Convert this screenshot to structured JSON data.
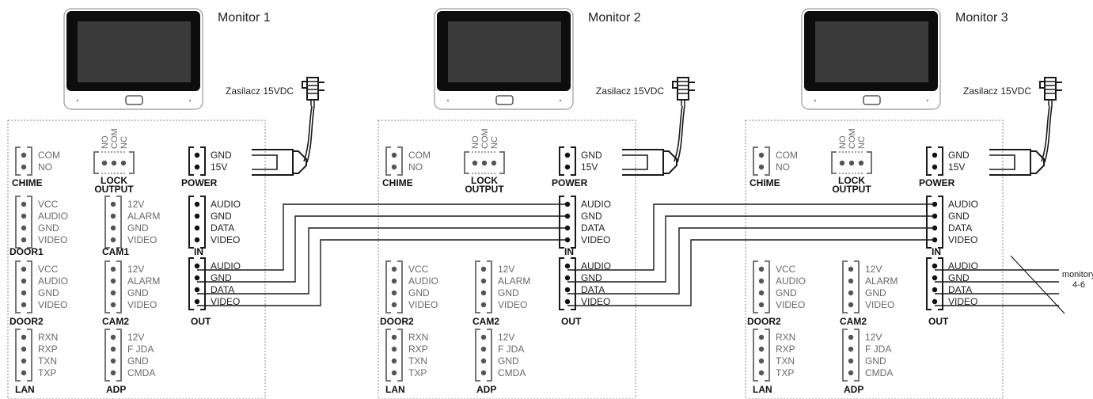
{
  "monitors": [
    {
      "title": "Monitor 1",
      "psu_label": "Zasilacz 15VDC"
    },
    {
      "title": "Monitor 2",
      "psu_label": "Zasilacz 15VDC"
    },
    {
      "title": "Monitor 3",
      "psu_label": "Zasilacz 15VDC"
    }
  ],
  "connectors": {
    "chime": {
      "name": "CHIME",
      "pins": [
        "COM",
        "NO"
      ]
    },
    "lock": {
      "name_line1": "LOCK",
      "name_line2": "OUTPUT",
      "pins": [
        "NO",
        "COM",
        "NC"
      ]
    },
    "power": {
      "name": "POWER",
      "pins": [
        "GND",
        "15V"
      ]
    },
    "door1": {
      "name": "DOOR1",
      "pins": [
        "VCC",
        "AUDIO",
        "GND",
        "VIDEO"
      ]
    },
    "cam1": {
      "name": "CAM1",
      "pins": [
        "12V",
        "ALARM",
        "GND",
        "VIDEO"
      ]
    },
    "door2": {
      "name": "DOOR2",
      "pins": [
        "VCC",
        "AUDIO",
        "GND",
        "VIDEO"
      ]
    },
    "cam2": {
      "name": "CAM2",
      "pins": [
        "12V",
        "ALARM",
        "GND",
        "VIDEO"
      ]
    },
    "lan": {
      "name": "LAN",
      "pins": [
        "RXN",
        "RXP",
        "TXN",
        "TXP"
      ]
    },
    "adp": {
      "name": "ADP",
      "pins": [
        "12V",
        "F JDA",
        "GND",
        "CMDA"
      ]
    },
    "in": {
      "name": "IN",
      "pins": [
        "AUDIO",
        "GND",
        "DATA",
        "VIDEO"
      ]
    },
    "out": {
      "name": "OUT",
      "pins": [
        "AUDIO",
        "GND",
        "DATA",
        "VIDEO"
      ]
    }
  },
  "continuation": {
    "line1": "monitory",
    "line2": "4-6"
  },
  "colors": {
    "line": "#1a1a1a",
    "border": "#8a8a8a",
    "screen": "#3a3a3a",
    "bezel": "#0d0d0d"
  }
}
